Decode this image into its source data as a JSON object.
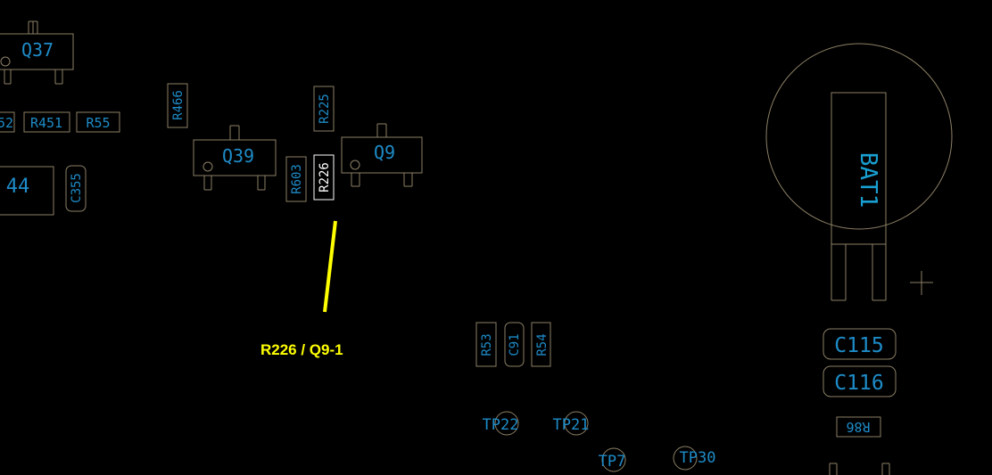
{
  "colors": {
    "background": "#000000",
    "component_outline": "#8c8066",
    "designator_text": "#1e8cc8",
    "battery_text": "#19a0d2",
    "highlight": "#ffff00",
    "selected_outline": "#ffffff"
  },
  "annotation": {
    "label": "R226 / Q9-1"
  },
  "components": {
    "q37": "Q37",
    "q39": "Q39",
    "q9": "Q9",
    "r466": "R466",
    "r225": "R225",
    "r451": "R451",
    "r55": "R55",
    "r52_partial": "52",
    "u44_partial": "44",
    "c355": "C355",
    "r603": "R603",
    "r226": "R226",
    "bat1": "BAT1",
    "r53": "R53",
    "c91": "C91",
    "r54": "R54",
    "c115": "C115",
    "c116": "C116",
    "r86": "R86",
    "tp22": "TP22",
    "tp21": "TP21",
    "tp7": "TP7",
    "tp30": "TP30"
  }
}
